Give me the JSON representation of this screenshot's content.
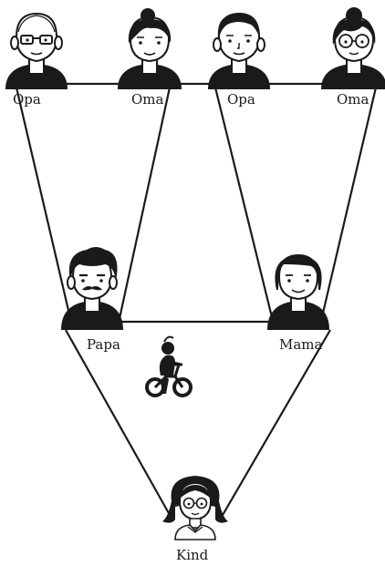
{
  "labels": {
    "opa_left": "Opa",
    "oma_left": "Oma",
    "opa_right": "Opa",
    "oma_right": "Oma",
    "papa": "Papa",
    "mama": "Mama",
    "kind": "Kind"
  },
  "icons": {
    "opa_left": "grandfather-glasses-icon",
    "oma_left": "grandmother-bun-icon",
    "opa_right": "grandfather-icon",
    "oma_right": "grandmother-glasses-icon",
    "papa": "father-mustache-icon",
    "mama": "mother-icon",
    "kind": "child-girl-icon",
    "bike": "child-balance-bike-icon"
  },
  "colors": {
    "ink": "#1a1a1a",
    "skin": "#ffffff"
  }
}
